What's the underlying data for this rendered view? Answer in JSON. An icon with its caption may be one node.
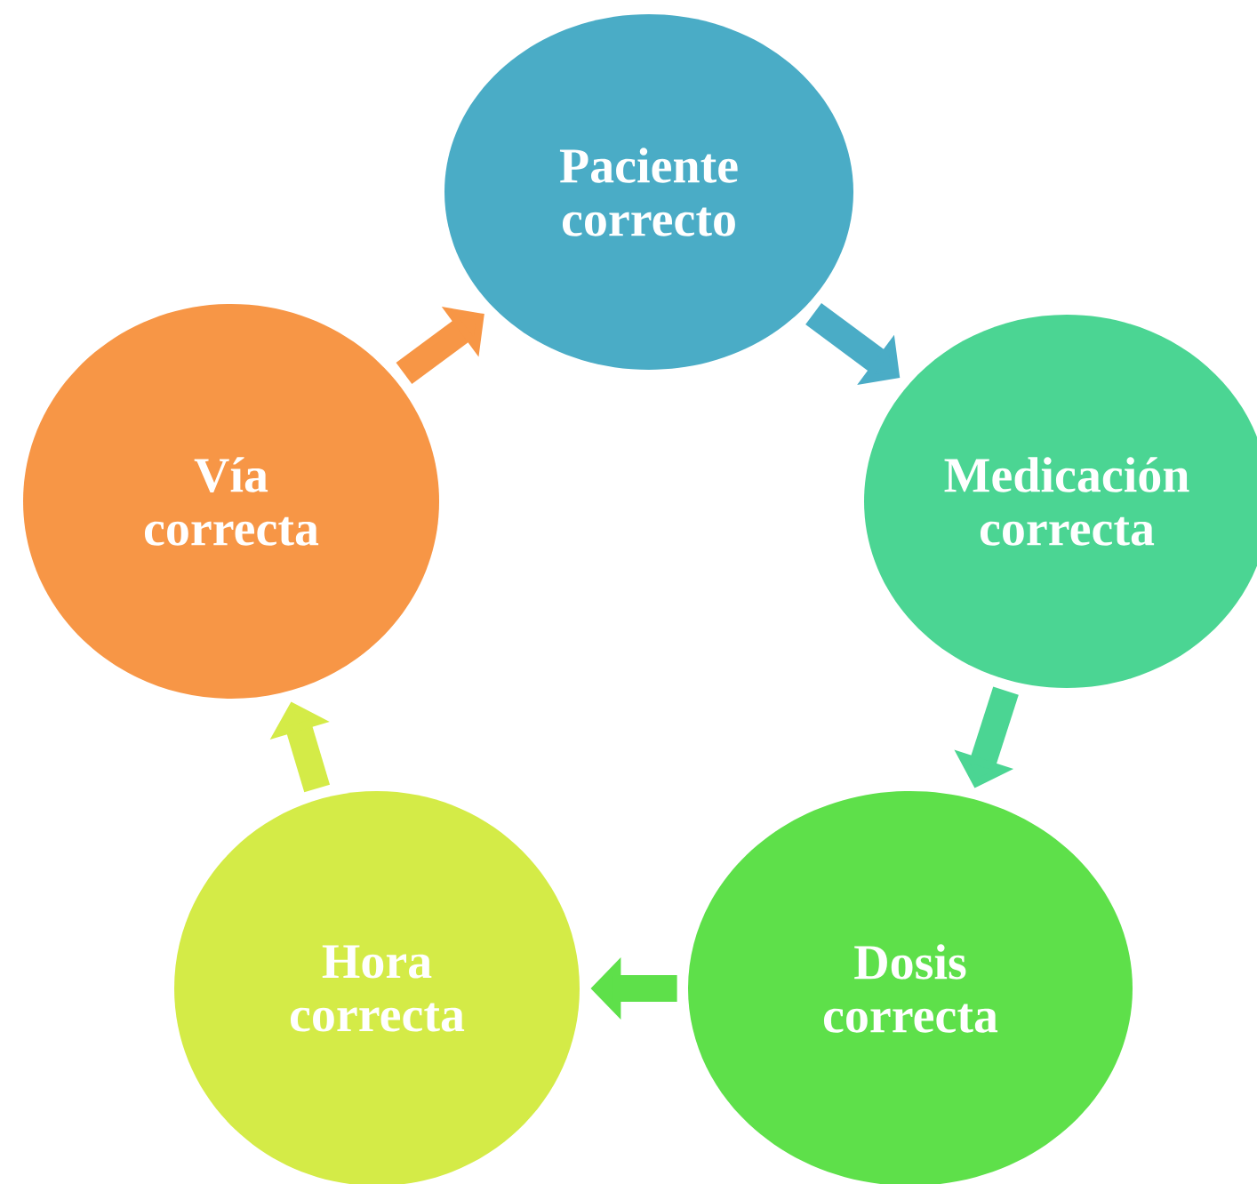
{
  "diagram": {
    "nodes": [
      {
        "text": [
          "Paciente correcto"
        ]
      },
      {
        "text": [
          "Medicación correcta"
        ]
      },
      {
        "text": [
          "Dosis correcta"
        ]
      },
      {
        "text": [
          "Hora correcta"
        ]
      },
      {
        "text": [
          "Vía correcta"
        ]
      }
    ],
    "edges": [
      {
        "from": 0,
        "to": 1,
        "arrow": "to",
        "color": "#4aacc6"
      },
      {
        "from": 1,
        "to": 2,
        "arrow": "to",
        "color": "#4bd593"
      },
      {
        "from": 2,
        "to": 3,
        "arrow": "to",
        "color": "#5ee04a"
      },
      {
        "from": 3,
        "to": 4,
        "arrow": "to",
        "color": "#d4eb47"
      },
      {
        "from": 4,
        "to": 0,
        "arrow": "to",
        "color": "#f79646"
      }
    ]
  }
}
